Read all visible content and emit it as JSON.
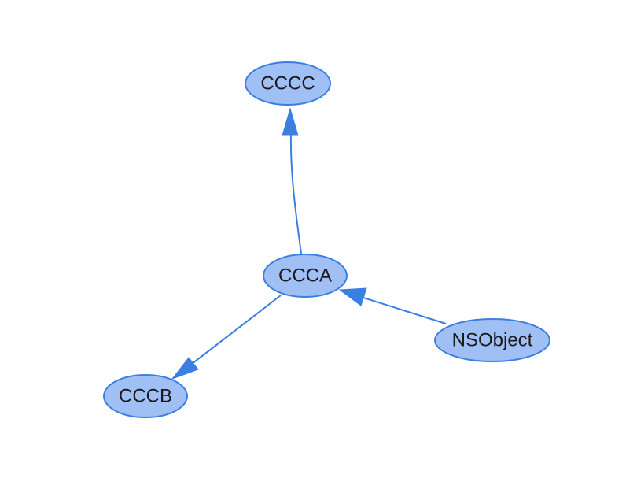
{
  "diagram": {
    "nodes": [
      {
        "id": "CCCC",
        "label": "CCCC"
      },
      {
        "id": "CCCA",
        "label": "CCCA"
      },
      {
        "id": "CCCB",
        "label": "CCCB"
      },
      {
        "id": "NSObject",
        "label": "NSObject"
      }
    ],
    "edges": [
      {
        "from": "CCCA",
        "to": "CCCC"
      },
      {
        "from": "CCCA",
        "to": "CCCB"
      },
      {
        "from": "NSObject",
        "to": "CCCA"
      }
    ],
    "colors": {
      "node_fill": "#9fbff5",
      "node_stroke": "#3b7fe0",
      "edge": "#3b7fe0",
      "text": "#1a1a1a"
    }
  }
}
